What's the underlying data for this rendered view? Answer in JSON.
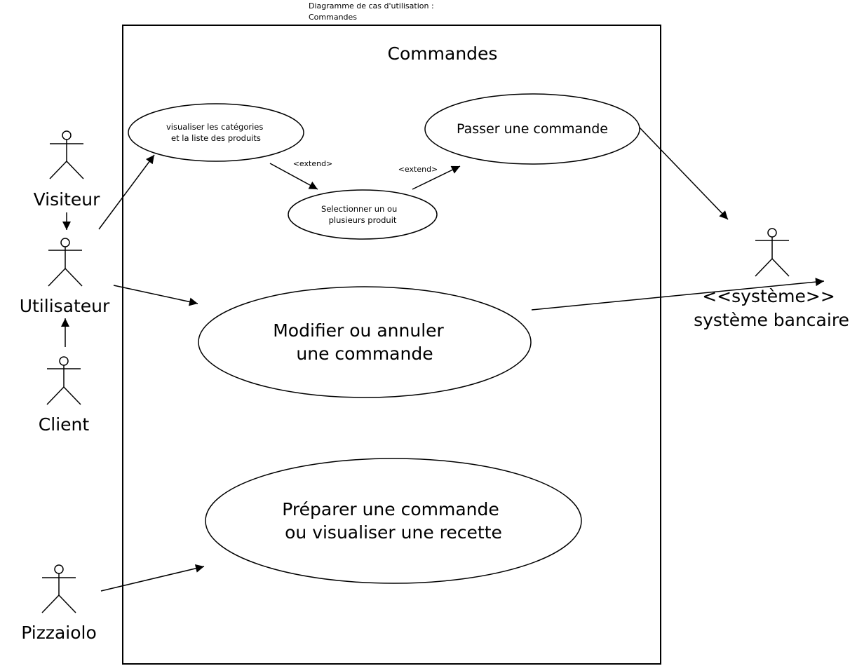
{
  "caption": {
    "line1": "Diagramme de cas d'utilisation :",
    "line2": "Commandes"
  },
  "system_boundary": {
    "title": "Commandes"
  },
  "actors": {
    "visiteur": "Visiteur",
    "utilisateur": "Utilisateur",
    "client": "Client",
    "pizzaiolo": "Pizzaiolo",
    "banque_line1": "<<système>>",
    "banque_line2": "système bancaire"
  },
  "use_cases": {
    "visualiser": [
      "visualiser les catégories",
      "et la liste des produits"
    ],
    "selectionner": [
      "Selectionner un ou",
      "plusieurs produit"
    ],
    "passer": [
      "Passer une commande"
    ],
    "modifier": [
      "Modifier ou annuler",
      "une commande"
    ],
    "preparer": [
      "Préparer une commande",
      "ou visualiser une recette"
    ]
  },
  "relations": {
    "extend_1": "<extend>",
    "extend_2": "<extend>"
  },
  "colors": {
    "stroke": "#000000",
    "background": "#ffffff"
  }
}
